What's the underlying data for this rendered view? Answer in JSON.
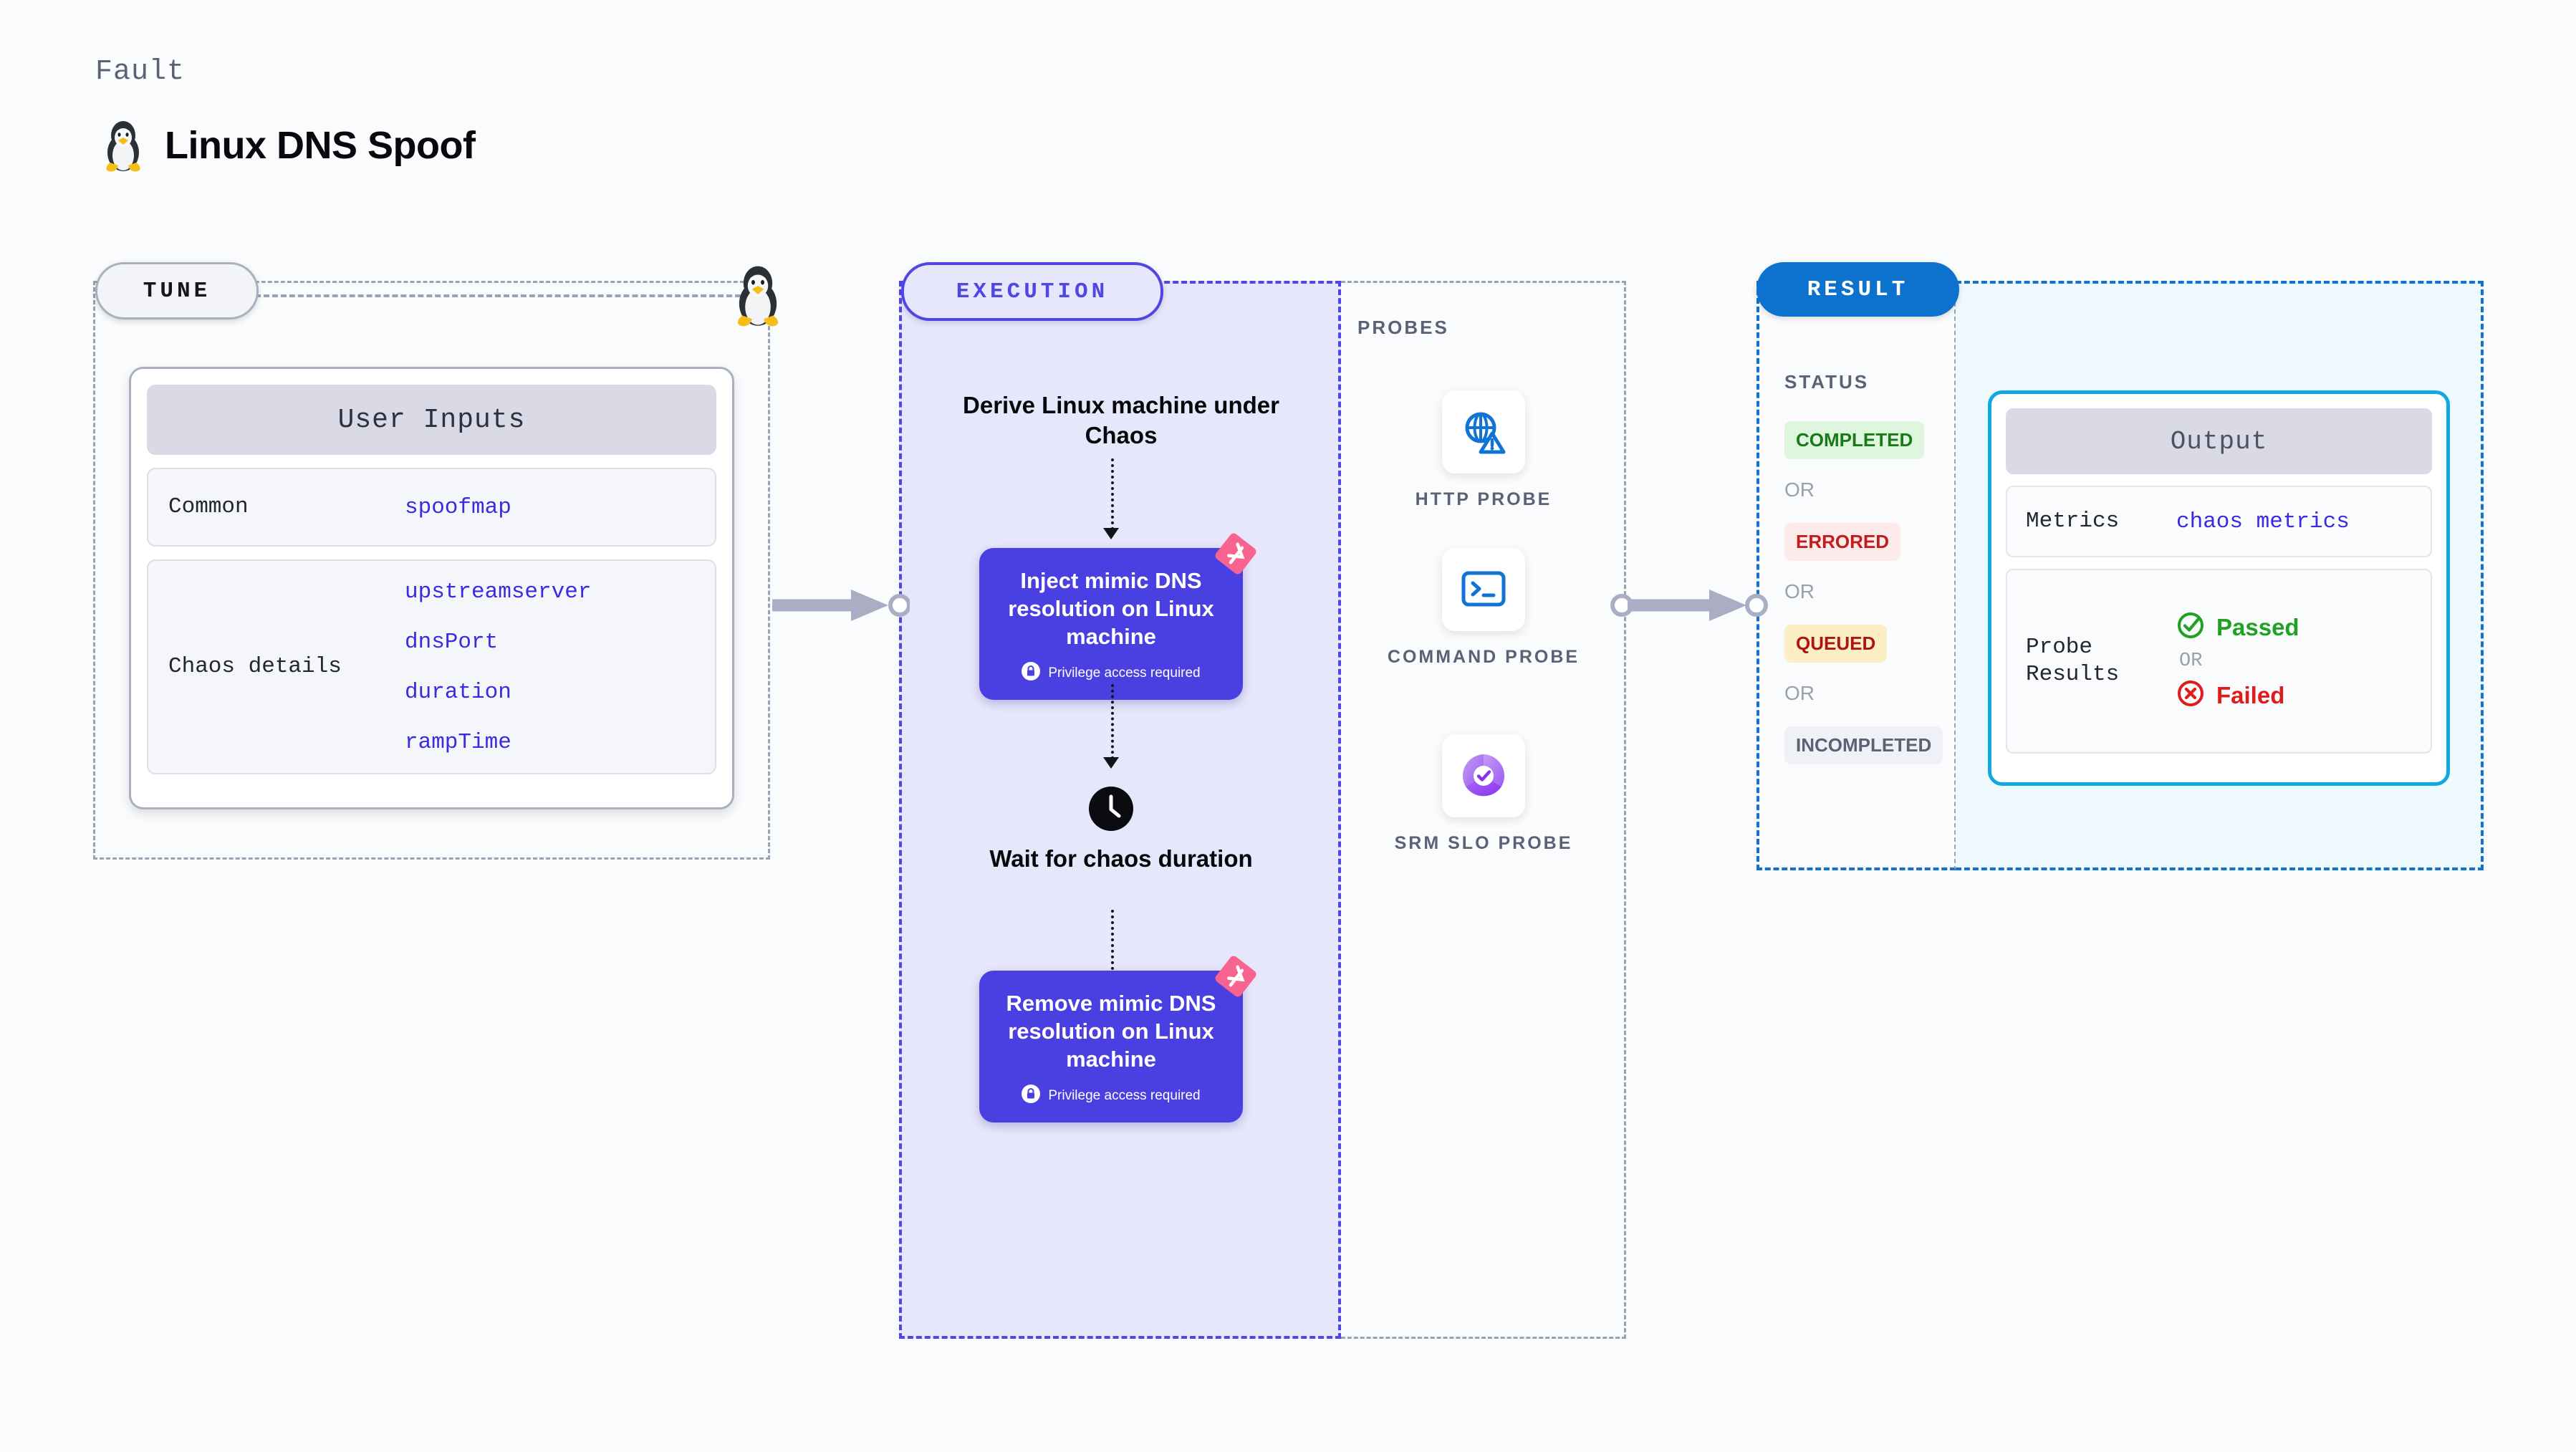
{
  "header": {
    "kicker": "Fault",
    "title": "Linux DNS Spoof",
    "icon": "tux-linux-icon"
  },
  "stages": {
    "tune": {
      "label": "TUNE"
    },
    "execution": {
      "label": "EXECUTION"
    },
    "result": {
      "label": "RESULT"
    },
    "probes": {
      "label": "PROBES"
    },
    "status": {
      "label": "STATUS"
    }
  },
  "tune": {
    "card_title": "User Inputs",
    "rows": [
      {
        "label": "Common",
        "values": [
          "spoofmap"
        ]
      },
      {
        "label": "Chaos details",
        "values": [
          "upstreamserver",
          "dnsPort",
          "duration",
          "rampTime"
        ]
      }
    ]
  },
  "execution": {
    "start_label": "Derive Linux machine under Chaos",
    "inject_node": {
      "title": "Inject mimic DNS resolution on Linux machine",
      "privilege_note": "Privilege access required",
      "badge_icon": "chaos-flag-badge-icon",
      "lock_icon": "lock-icon"
    },
    "wait_node": {
      "label": "Wait for chaos duration",
      "icon": "clock-icon"
    },
    "remove_node": {
      "title": "Remove mimic DNS resolution on Linux machine",
      "privilege_note": "Privilege access required",
      "badge_icon": "chaos-flag-badge-icon",
      "lock_icon": "lock-icon"
    }
  },
  "probes": [
    {
      "label": "HTTP PROBE",
      "icon": "globe-warning-icon"
    },
    {
      "label": "COMMAND PROBE",
      "icon": "terminal-icon"
    },
    {
      "label": "SRM SLO PROBE",
      "icon": "slo-donut-check-icon"
    }
  ],
  "status": {
    "badges": [
      {
        "label": "COMPLETED",
        "text_color": "#1a7a1a",
        "bg_color": "#ddf6dd"
      },
      {
        "label": "ERRORED",
        "text_color": "#c21c1c",
        "bg_color": "#fdeaea"
      },
      {
        "label": "QUEUED",
        "text_color": "#b01313",
        "bg_color": "#fcefc6"
      },
      {
        "label": "INCOMPLETED",
        "text_color": "#5b6275",
        "bg_color": "#eff1f6"
      }
    ],
    "separator": "OR"
  },
  "output": {
    "card_title": "Output",
    "metrics_label": "Metrics",
    "metrics_value": "chaos metrics",
    "probe_results_label": "Probe Results",
    "passed_label": "Passed",
    "failed_label": "Failed",
    "separator": "OR",
    "passed_icon": "check-circle-icon",
    "failed_icon": "x-circle-icon"
  },
  "colors": {
    "accent_purple": "#4a3fe0",
    "accent_blue": "#0d72ce",
    "accent_cyan": "#11a8e0",
    "badge_pink": "#f9638f",
    "value_blue": "#3b2ae0",
    "muted": "#5b6275"
  }
}
